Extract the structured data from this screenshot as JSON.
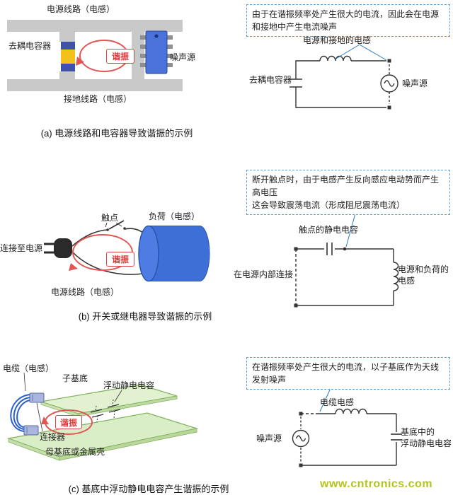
{
  "a": {
    "left": {
      "power_line": "电源线路（电感）",
      "decoupling": "去耦电容器",
      "resonance": "谐振",
      "noise": "噪声源",
      "ground_line": "接地线路（电感）"
    },
    "callout": "由于在谐振频率处产生很大的电流，因此会在电源和接地中产生电流噪声",
    "right": {
      "inductor": "电源和接地的电感",
      "capacitor": "去耦电容器",
      "noise": "噪声源"
    },
    "caption": "(a) 电源线路和电容器导致谐振的示例"
  },
  "b": {
    "callout_line1": "断开触点时，由于电感产生反向感应电动势而产生高电压",
    "callout_line2": "这会导致震荡电流（形成阻尼震荡电流）",
    "left": {
      "connect": "连接至电源",
      "contact": "触点",
      "load": "负荷（电感）",
      "resonance": "谐振",
      "power_line": "电源线路（电感）"
    },
    "right": {
      "contact_cap": "触点的静电电容",
      "internal": "在电源内部连接",
      "inductor": "电源和负荷的\n电感"
    },
    "caption": "(b) 开关或继电器导致谐振的示例"
  },
  "c": {
    "left": {
      "cable": "电缆（电感）",
      "sub_board": "子基底",
      "floating_cap": "浮动静电电容",
      "resonance": "谐振",
      "connector": "连接器",
      "mother_board": "母基底或金属壳"
    },
    "callout": "在谐振频率处产生很大的电流，以子基底作为天线发射噪声",
    "right": {
      "cable_inductor": "电缆电感",
      "noise": "噪声源",
      "floating_cap": "基底中的\n浮动静电电容"
    },
    "caption": "(c) 基底中浮动静电电容产生谐振的示例"
  },
  "watermark": "www.cntronics.com",
  "colors": {
    "accent_red": "#e25555",
    "pointer_blue": "#2b7bc4",
    "callout_border": "#5aa0d8",
    "board_green": "#d9edc6",
    "cylinder_blue": "#3d6fd6",
    "ic_blue": "#4a72d8",
    "bar_gray": "#c9c9c9",
    "capacitor_yellow": "#f2c21a",
    "watermark_green": "#b3c41f"
  }
}
